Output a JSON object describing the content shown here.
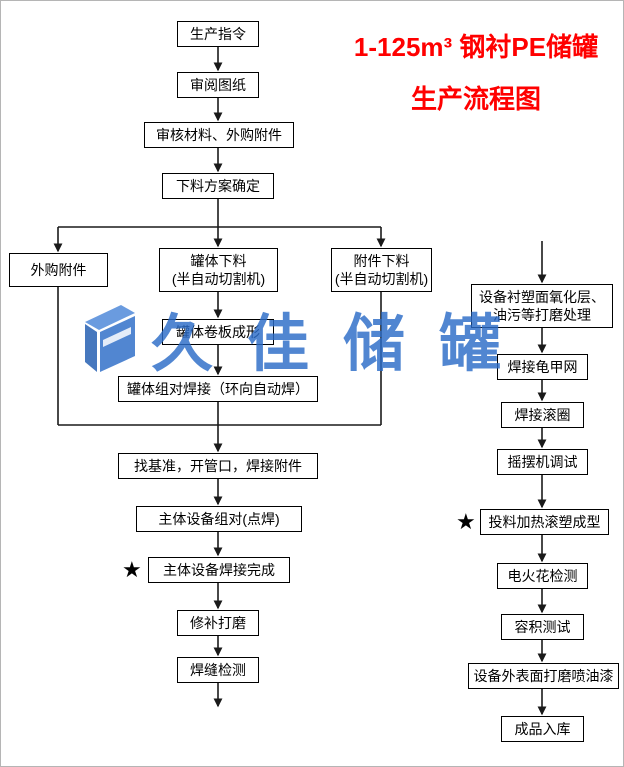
{
  "title": {
    "line1": "1-125m³ 钢衬PE储罐",
    "line2": "生产流程图"
  },
  "watermark": {
    "text": "久佳储罐"
  },
  "star": "★",
  "colors": {
    "title_red": "#ff0000",
    "watermark_blue": "#2b6cc8",
    "line_black": "#000000"
  },
  "nodes": {
    "production_order": "生产指令",
    "review_drawings": "审阅图纸",
    "review_materials": "审核材料、外购附件",
    "cutting_plan": "下料方案确定",
    "purchased_parts": "外购附件",
    "tank_cutting": "罐体下料\n(半自动切割机)",
    "accessory_cutting": "附件下料\n(半自动切割机)",
    "plate_rolling": "罐体卷板成形",
    "tank_group_weld": "罐体组对焊接（环向自动焊）",
    "datum_nozzle_weld": "找基准，开管口，焊接附件",
    "main_assembly": "主体设备组对(点焊)",
    "main_weld_done": "主体设备焊接完成",
    "repair_grinding": "修补打磨",
    "weld_inspection": "焊缝检测",
    "surface_treatment": "设备衬塑面氧化层、\n油污等打磨处理",
    "weld_tortoise_mesh": "焊接龟甲网",
    "weld_rolling_ring": "焊接滚圈",
    "rocking_machine_test": "摇摆机调试",
    "rotomolding": "投料加热滚塑成型",
    "spark_test": "电火花检测",
    "volume_test": "容积测试",
    "exterior_grinding_paint": "设备外表面打磨喷油漆",
    "finished_storage": "成品入库"
  }
}
